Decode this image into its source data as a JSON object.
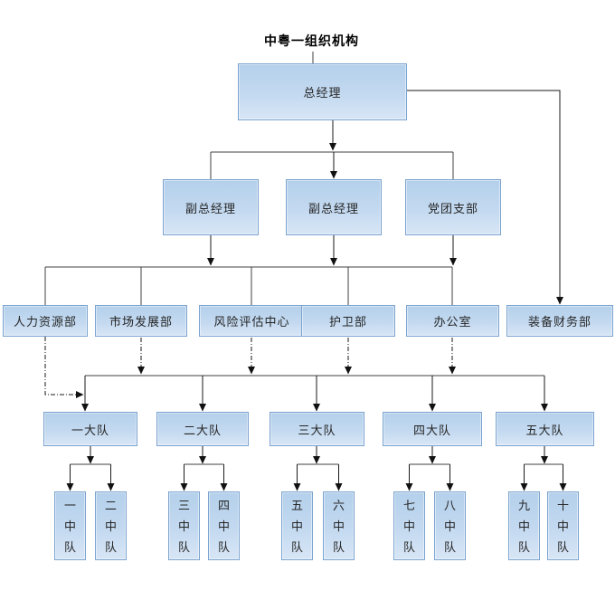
{
  "title": "中粤一组织机构",
  "colors": {
    "box_fill_top": "#b4d0eb",
    "box_fill_bottom": "#d8e6f6",
    "box_border": "#7ba3cf",
    "line": "#333333",
    "arrow": "#111111"
  },
  "nodes": {
    "gm": "总经理",
    "level2": [
      "副总经理",
      "副总经理",
      "党团支部"
    ],
    "level3": [
      "人力资源部",
      "市场发展部",
      "风险评估中心",
      "护卫部",
      "办公室",
      "装备财务部"
    ],
    "level4": [
      "一大队",
      "二大队",
      "三大队",
      "四大队",
      "五大队"
    ],
    "level5": [
      "一中队",
      "二中队",
      "三中队",
      "四中队",
      "五中队",
      "六中队",
      "七中队",
      "八中队",
      "九中队",
      "十中队"
    ]
  }
}
